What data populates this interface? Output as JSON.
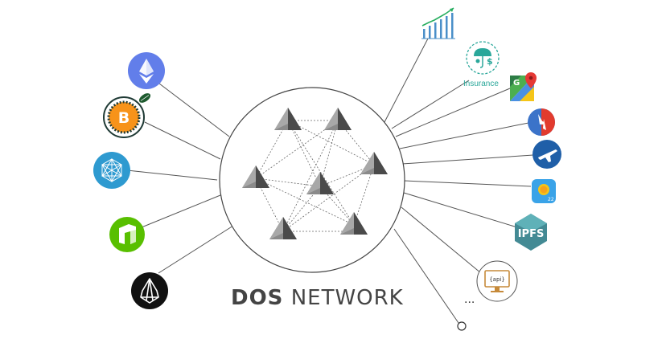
{
  "title": {
    "bold": "DOS",
    "rest": "NETWORK"
  },
  "left_chains": [
    {
      "name": "Ethereum",
      "icon": "ethereum-icon",
      "color": "#627eea"
    },
    {
      "name": "Bitcoin",
      "icon": "bitcoin-icon",
      "color": "#f7931a"
    },
    {
      "name": "Qtum",
      "icon": "qtum-icon",
      "color": "#2e9ad0"
    },
    {
      "name": "NEO",
      "icon": "neo-icon",
      "color": "#58bf00"
    },
    {
      "name": "EOS",
      "icon": "eos-icon",
      "color": "#111111"
    }
  ],
  "right_services": [
    {
      "icon": "stock-chart-icon"
    },
    {
      "icon": "insurance-icon",
      "label": "Insurance"
    },
    {
      "icon": "google-maps-icon"
    },
    {
      "icon": "flight-status-icon"
    },
    {
      "icon": "airplane-icon"
    },
    {
      "icon": "weather-icon",
      "label": "22"
    },
    {
      "icon": "ipfs-icon",
      "label": "IPFS"
    },
    {
      "icon": "api-monitor-icon",
      "label": "{api}"
    },
    {
      "icon": "more-dots",
      "label": "..."
    }
  ],
  "colors": {
    "line": "#555555",
    "circle": "#444444",
    "node": "#6b6b6b"
  }
}
